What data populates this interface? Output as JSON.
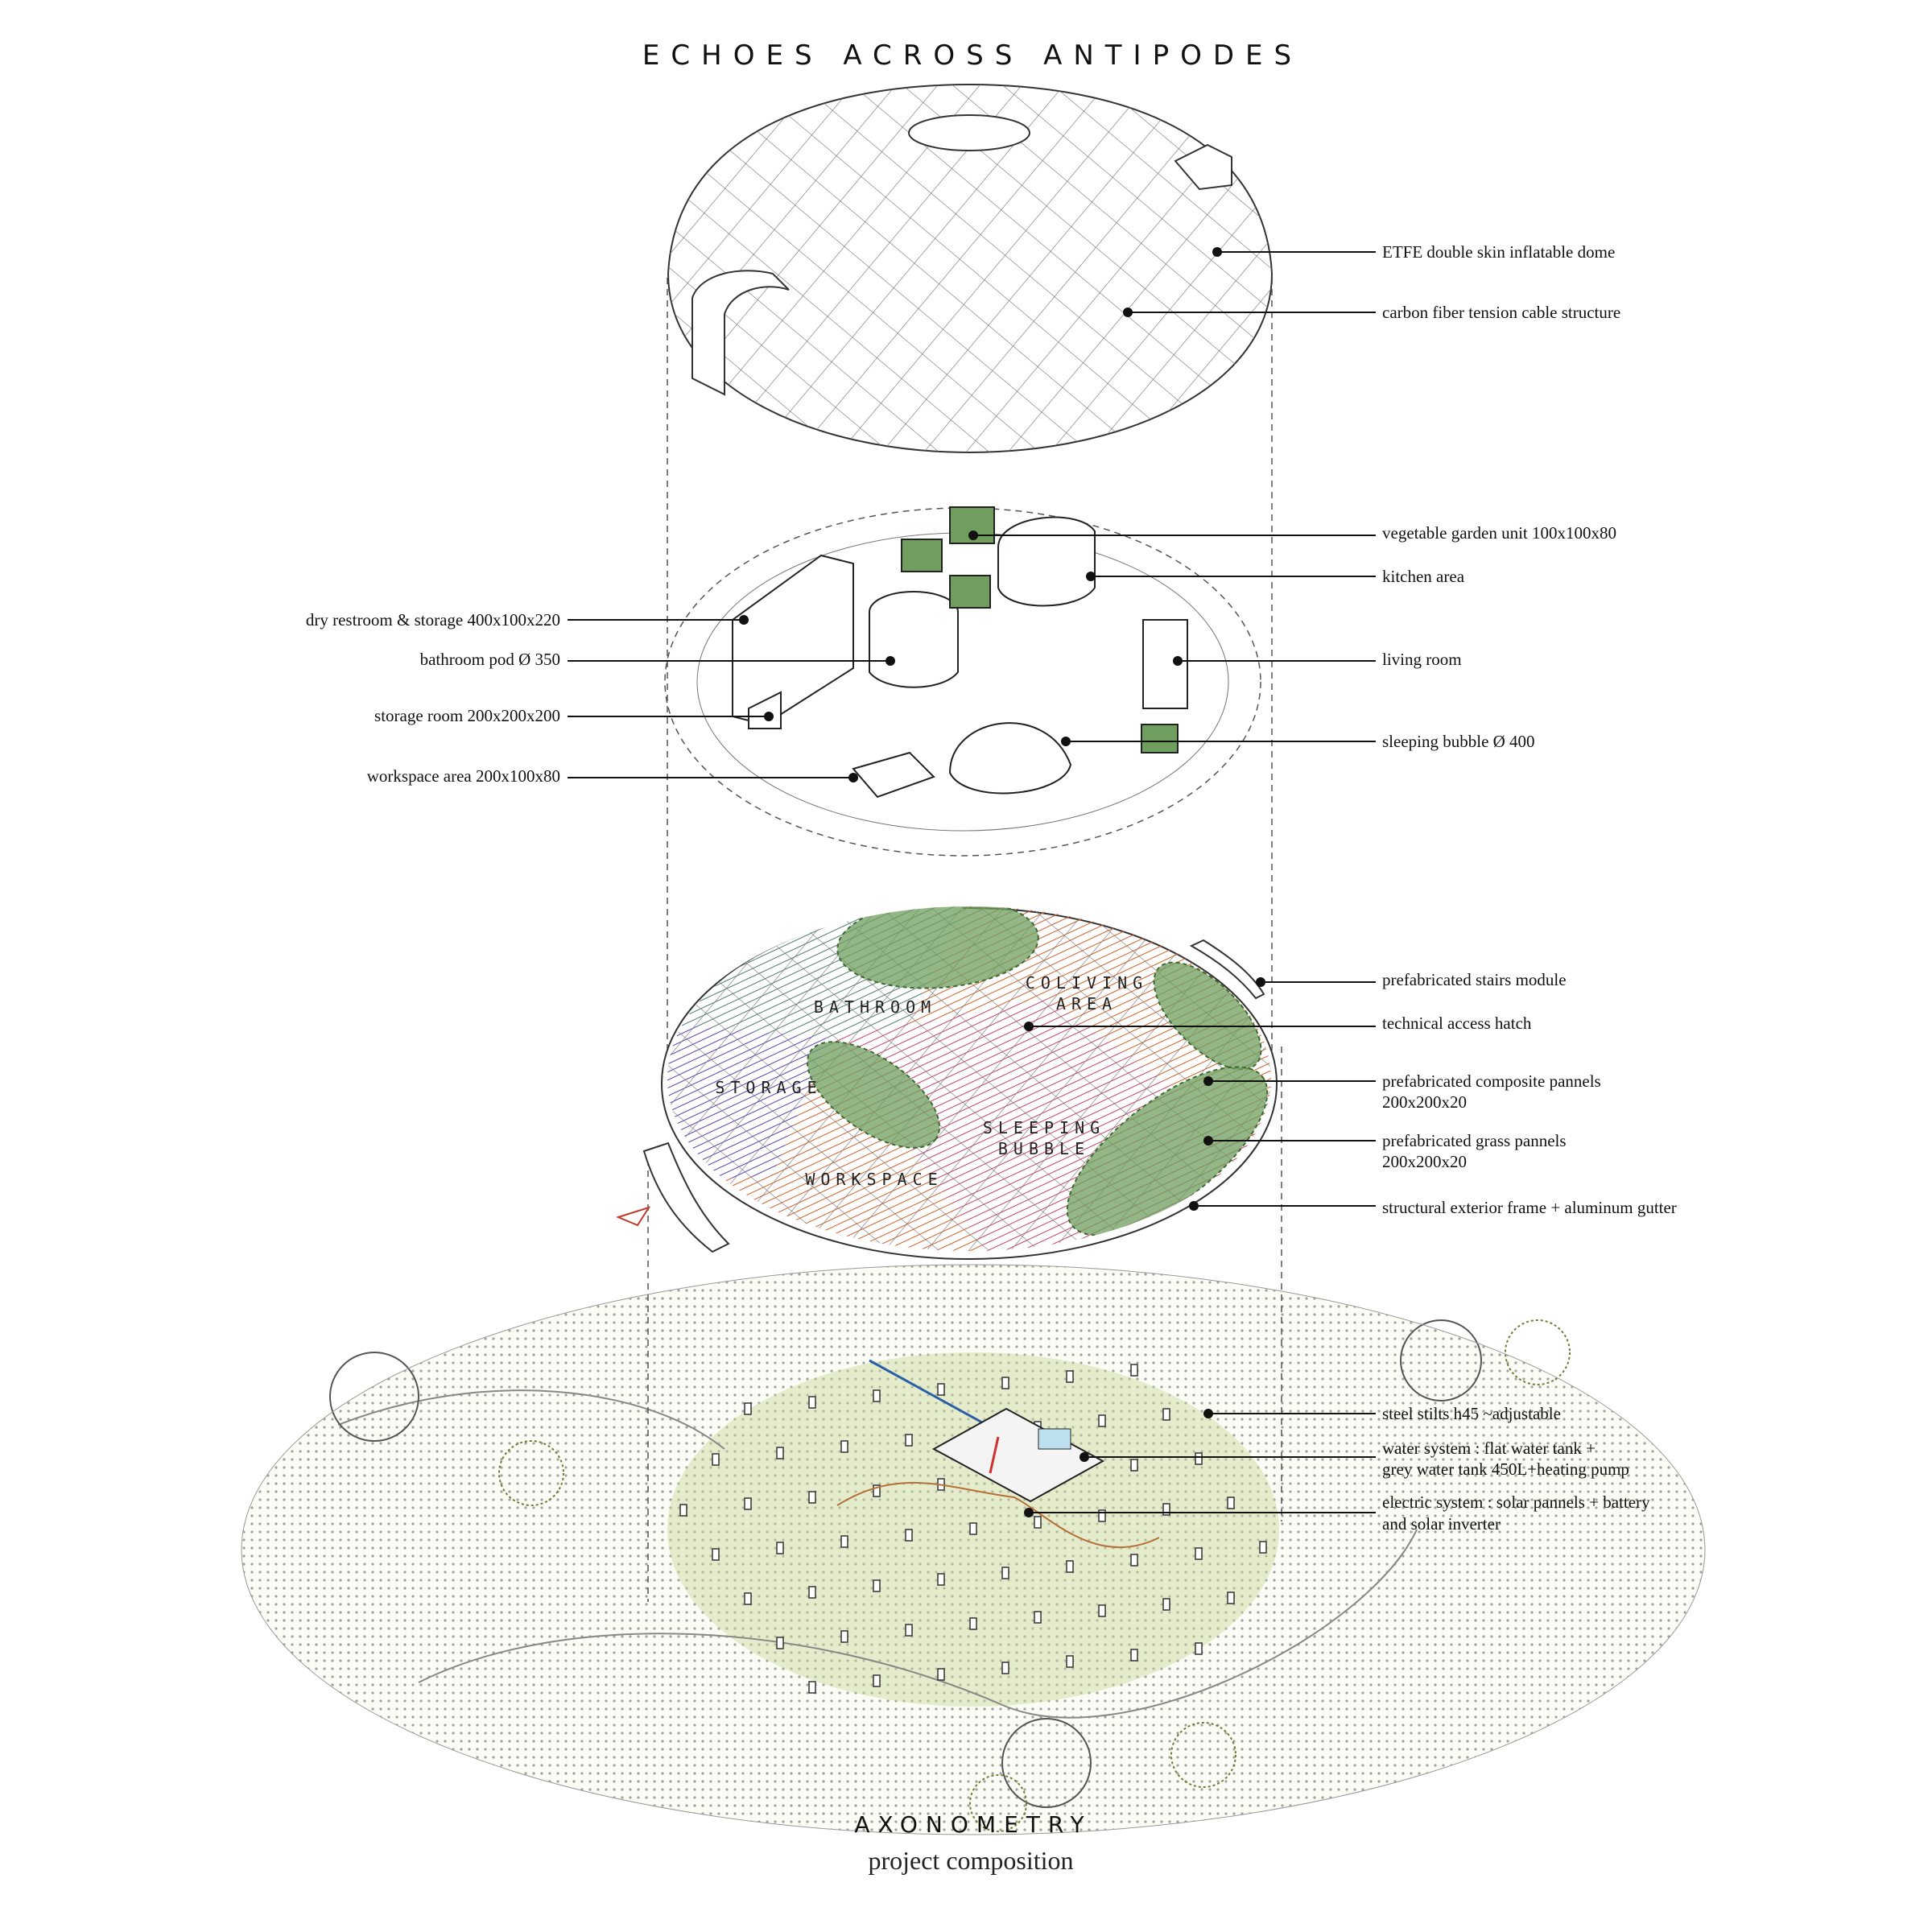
{
  "title": "ECHOES ACROSS ANTIPODES",
  "footer": {
    "heading": "AXONOMETRY",
    "subheading": "project composition"
  },
  "labels_right": {
    "dome_skin": "ETFE double skin inflatable dome",
    "cable": "carbon fiber tension cable structure",
    "veg_garden": "vegetable garden unit 100x100x80",
    "kitchen": "kitchen area",
    "living": "living room",
    "sleeping": "sleeping bubble Ø 400",
    "stairs": "prefabricated stairs module",
    "hatch": "technical access hatch",
    "composite_1": "prefabricated composite pannels",
    "composite_2": "200x200x20",
    "grass_1": "prefabricated grass pannels",
    "grass_2": "200x200x20",
    "frame": "structural exterior frame + aluminum gutter",
    "stilts": "steel stilts h45 ~adjustable",
    "water_1": "water system : flat water tank +",
    "water_2": "grey water tank 450L+heating pump",
    "electric_1": "electric system : solar pannels + battery",
    "electric_2": "and solar inverter"
  },
  "labels_left": {
    "restroom": "dry restroom & storage 400x100x220",
    "bathroom_pod": "bathroom pod Ø 350",
    "storage_room": "storage room 200x200x200",
    "workspace": "workspace area 200x100x80"
  },
  "zones": {
    "bathroom": "BATHROOM",
    "coliving_1": "COLIVING",
    "coliving_2": "AREA",
    "storage": "STORAGE",
    "sleeping_1": "SLEEPING",
    "sleeping_2": "BUBBLE",
    "workspace": "WORKSPACE"
  },
  "colors": {
    "grass": "#6f9e5f",
    "bathroom": "#4e7d6f",
    "coliving": "#d0612a",
    "storage": "#5b3fb0",
    "sleeping": "#c8406a",
    "landscape": "#c9d99a"
  }
}
